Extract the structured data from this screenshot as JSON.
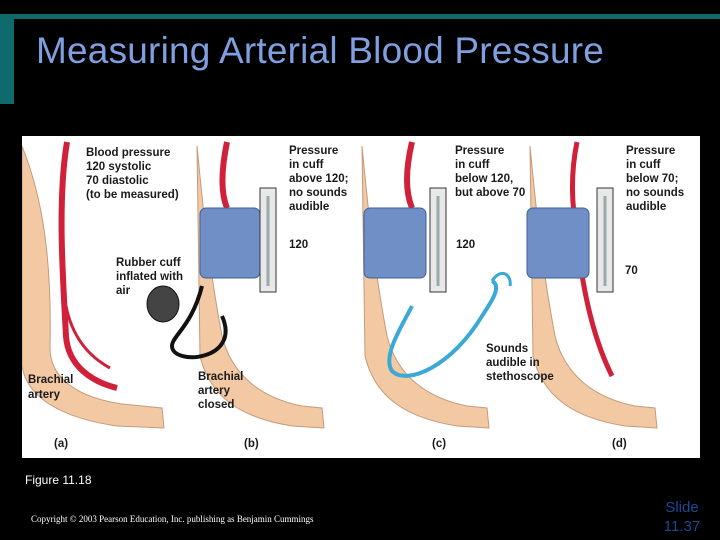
{
  "slide": {
    "title": "Measuring Arterial Blood Pressure",
    "caption": "Figure 11.18",
    "copyright": "Copyright © 2003 Pearson Education, Inc. publishing as Benjamin Cummings",
    "slide_label": "Slide",
    "slide_number": "11.37"
  },
  "figure": {
    "panel_a": {
      "label": "(a)",
      "text_lines": [
        "Blood pressure",
        "120 systolic",
        "70 diastolic",
        "(to be measured)"
      ],
      "artery_lines": [
        "Brachial",
        "artery"
      ]
    },
    "panel_b": {
      "label": "(b)",
      "text_lines": [
        "Pressure",
        "in cuff",
        "above 120;",
        "no sounds",
        "audible"
      ],
      "cuff_lines": [
        "Rubber cuff",
        "inflated with",
        "air"
      ],
      "artery_lines": [
        "Brachial",
        "artery",
        "closed"
      ],
      "gauge_value": "120"
    },
    "panel_c": {
      "label": "(c)",
      "text_lines": [
        "Pressure",
        "in cuff",
        "below 120,",
        "but above 70"
      ],
      "sound_lines": [
        "Sounds",
        "audible in",
        "stethoscope"
      ],
      "gauge_value": "120"
    },
    "panel_d": {
      "label": "(d)",
      "text_lines": [
        "Pressure",
        "in cuff",
        "below 70;",
        "no sounds",
        "audible"
      ],
      "gauge_value": "70"
    }
  },
  "colors": {
    "accent_title": "#7f9fe0",
    "bar": "#0f6b6b",
    "skin": "#f3c9a3",
    "artery": "#d0203a",
    "cuff": "#6f8fc6",
    "stethoscope": "#3aa9d6"
  }
}
